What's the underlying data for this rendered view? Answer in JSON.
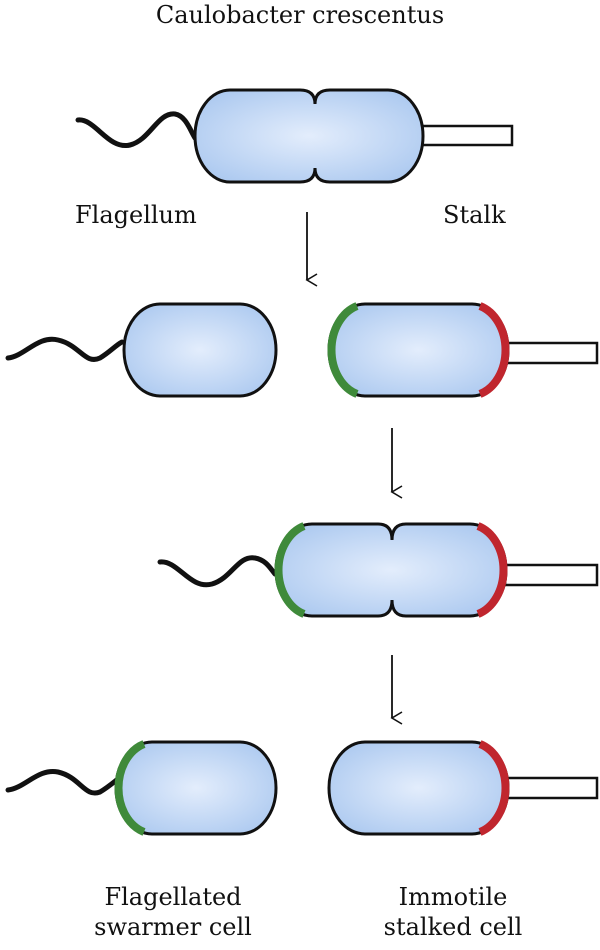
{
  "title": "Caulobacter crescentus",
  "labels": {
    "flagellum": "Flagellum",
    "stalk": "Stalk",
    "swarmer_line1": "Flagellated",
    "swarmer_line2": "swarmer cell",
    "stalked_line1": "Immotile",
    "stalked_line2": "stalked cell"
  },
  "colors": {
    "cell_fill_center": "#dfe9fb",
    "cell_fill_edge": "#aecbf0",
    "outline": "#111111",
    "green_pole": "#3f8a3a",
    "red_pole": "#c0262e",
    "stalk_fill": "#ffffff"
  }
}
